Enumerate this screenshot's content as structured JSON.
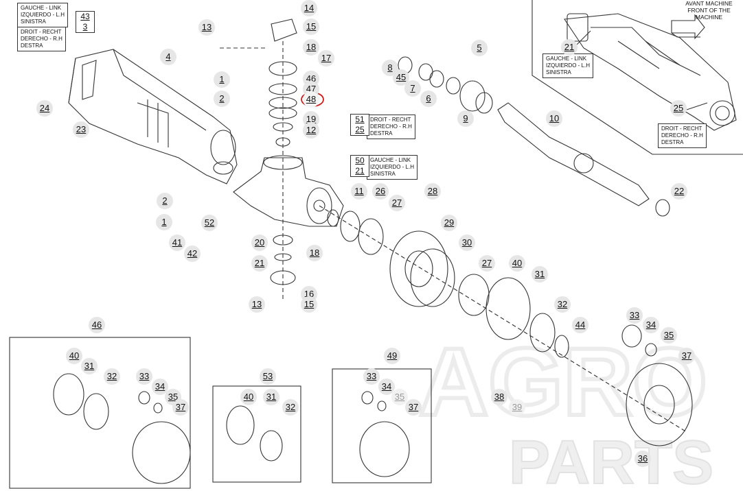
{
  "watermark": {
    "line1": "AGRO",
    "line2": "PARTS"
  },
  "header_note": {
    "line1": "AVANT MACHINE",
    "line2": "FRONT OF THE MACHINE"
  },
  "highlighted_part": "48",
  "labels": {
    "left_top": [
      "GAUCHE - LINK",
      "IZQUIERDO - L.H",
      "SINISTRA"
    ],
    "left_mid": [
      "DROIT - RECHT",
      "DERECHO - R.H",
      "DESTRA"
    ],
    "center_right": [
      "DROIT - RECHT",
      "DERECHO - R.H",
      "DESTRA"
    ],
    "center_left": [
      "GAUCHE - LINK",
      "IZQUIERDO - L.H",
      "SINISTRA"
    ],
    "inset_left": [
      "GAUCHE - LINK",
      "IZQUIERDO - L.H",
      "SINISTRA"
    ],
    "inset_right": [
      "DROIT - RECHT",
      "DERECHO - R.H",
      "DESTRA"
    ]
  },
  "ref_boxes": {
    "a": [
      "43",
      "3"
    ],
    "b": [
      "51",
      "25"
    ],
    "c": [
      "50",
      "21"
    ]
  },
  "callouts": [
    "14",
    "15",
    "13",
    "18",
    "17",
    "4",
    "1",
    "2",
    "46",
    "47",
    "48",
    "19",
    "12",
    "24",
    "23",
    "11",
    "26",
    "27",
    "28",
    "2",
    "1",
    "52",
    "41",
    "42",
    "20",
    "21",
    "18",
    "16",
    "13",
    "15",
    "8",
    "45",
    "5",
    "7",
    "6",
    "9",
    "10",
    "22",
    "21",
    "25",
    "29",
    "30",
    "27",
    "40",
    "31",
    "32",
    "44",
    "33",
    "34",
    "35",
    "37",
    "38",
    "39",
    "36",
    "46",
    "40",
    "31",
    "32",
    "33",
    "34",
    "35",
    "37",
    "53",
    "40",
    "31",
    "32",
    "49",
    "33",
    "34",
    "35",
    "37"
  ],
  "legend_colors": {
    "highlight": "#d11a1a",
    "callout_bg": "#e6e6e6",
    "line": "#333333"
  }
}
